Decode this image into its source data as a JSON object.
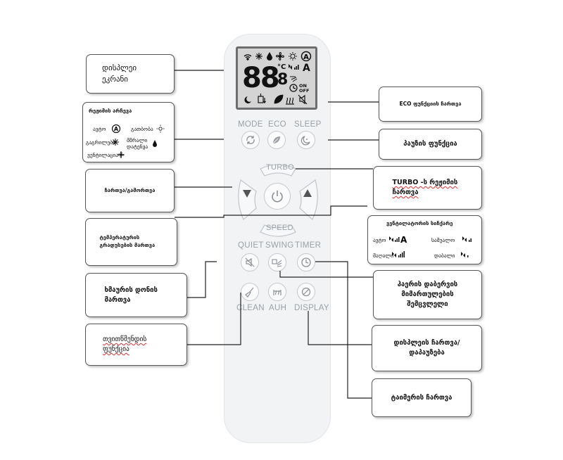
{
  "remote": {
    "lcd": {
      "digits": "88",
      "decimal": "8",
      "unit": "°C",
      "auto": "A",
      "on": "ON",
      "off": "OFF"
    },
    "buttons": {
      "mode": "MODE",
      "eco": "ECO",
      "sleep": "SLEEP",
      "turbo": "TURBO",
      "speed": "SPEED",
      "quiet": "QUIET",
      "swing": "SWING",
      "timer": "TIMER",
      "clean": "CLEAN",
      "auh": "AUH",
      "display": "DISPLAY"
    }
  },
  "callouts": {
    "display_screen": "დისპლეი ეკრანი",
    "mode_select": {
      "title": "რეჟიმის არჩევა",
      "auto": "ავტო",
      "heating": "გათბობა",
      "cooling": "გაგრილება",
      "dry": "მშრალი დატენვა",
      "fan": "ვენტილაცია"
    },
    "on_off": "ჩართვა/გამორთვა",
    "temperature": "ტემპერატურის გრადუსების მართვა",
    "noise_level": "ხმაურის დონის მართვა",
    "self_clean": "თვითწმენდის ფუნქცია",
    "eco_on": "ECO ფუნქციის ჩართვა",
    "pause": "პაუზის ფუნქცია",
    "turbo_on": "TURBO -ს რეჟიმის ჩართვა",
    "fan_speed": {
      "title": "ვენტილატორის სიჩქარე",
      "auto": "ავტო",
      "medium": "საშუალო",
      "high": "მაღალი",
      "low": "დაბალი"
    },
    "airflow": "ჰაერის დაბერვის მიმართულების შემცვლელი",
    "display_toggle": "დისპლეის ჩართვა/დაპაუზება",
    "timer_on": "ტაიმერის ჩართვა"
  }
}
